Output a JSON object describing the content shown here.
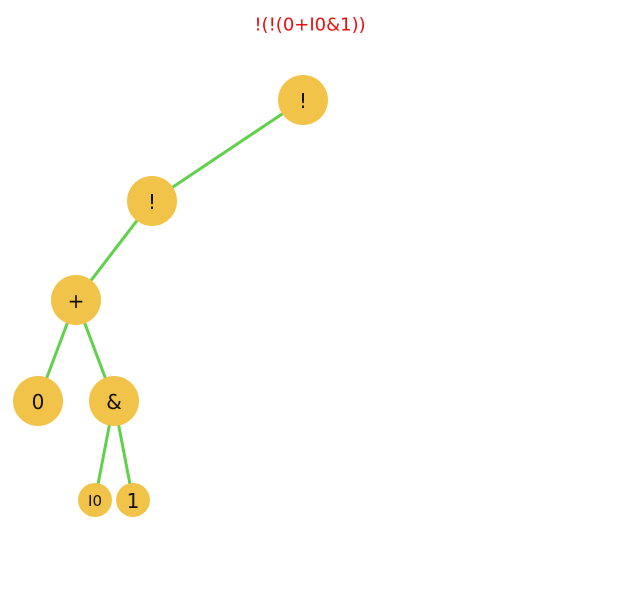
{
  "expression": "!(!(0+I0&1))",
  "colors": {
    "title": "#e8110f",
    "node_fill": "#f2c349",
    "edge": "#5fd14a",
    "label": "#111111"
  },
  "tree": {
    "nodes": [
      {
        "id": "n1",
        "label": "!"
      },
      {
        "id": "n2",
        "label": "!"
      },
      {
        "id": "n3",
        "label": "+"
      },
      {
        "id": "n4",
        "label": "0"
      },
      {
        "id": "n5",
        "label": "&"
      },
      {
        "id": "n6",
        "label": "I0"
      },
      {
        "id": "n7",
        "label": "1"
      }
    ],
    "edges": [
      {
        "from": "n1",
        "to": "n2"
      },
      {
        "from": "n2",
        "to": "n3"
      },
      {
        "from": "n3",
        "to": "n4"
      },
      {
        "from": "n3",
        "to": "n5"
      },
      {
        "from": "n5",
        "to": "n6"
      },
      {
        "from": "n5",
        "to": "n7"
      }
    ]
  }
}
